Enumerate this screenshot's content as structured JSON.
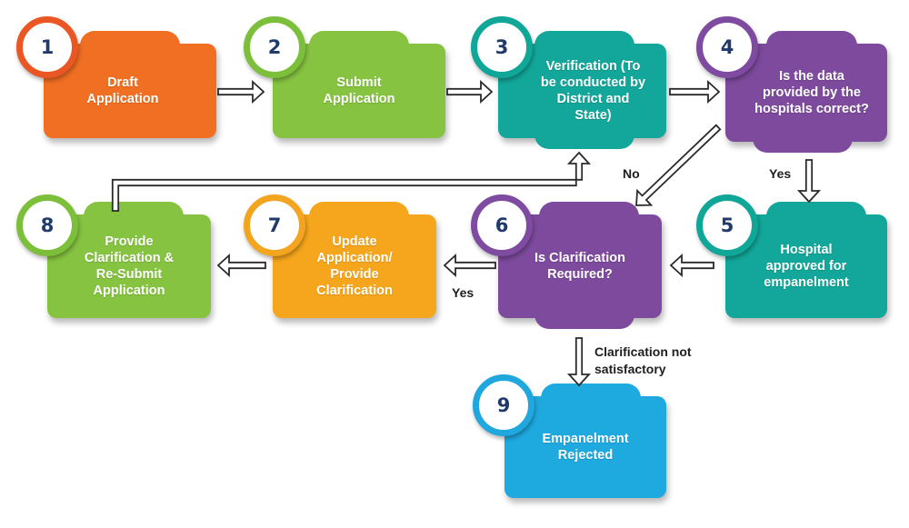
{
  "steps": [
    {
      "id": "s1",
      "number": "1",
      "label": "Draft\nApplication",
      "color": "#f06f22",
      "badge_border": "#ea5725"
    },
    {
      "id": "s2",
      "number": "2",
      "label": "Submit\nApplication",
      "color": "#85c340",
      "badge_border": "#7cbf3a"
    },
    {
      "id": "s3",
      "number": "3",
      "label": "Verification (To\nbe conducted by\nDistrict and\nState)",
      "color": "#12a79a",
      "badge_border": "#10a698"
    },
    {
      "id": "s4",
      "number": "4",
      "label": "Is the data\nprovided by the\nhospitals correct?",
      "color": "#7d4a9d",
      "badge_border": "#7e4ba0"
    },
    {
      "id": "s5",
      "number": "5",
      "label": "Hospital\napproved for\nempanelment",
      "color": "#12a79a",
      "badge_border": "#10a698"
    },
    {
      "id": "s6",
      "number": "6",
      "label": "Is Clarification\nRequired?",
      "color": "#7d4a9d",
      "badge_border": "#7e4ba0"
    },
    {
      "id": "s7",
      "number": "7",
      "label": "Update\nApplication/\nProvide\nClarification",
      "color": "#f6a61c",
      "badge_border": "#f4a51f"
    },
    {
      "id": "s8",
      "number": "8",
      "label": "Provide\nClarification &\nRe-Submit\nApplication",
      "color": "#85c340",
      "badge_border": "#7cbf3a"
    },
    {
      "id": "s9",
      "number": "9",
      "label": "Empanelment\nRejected",
      "color": "#1ea9df",
      "badge_border": "#20a8de"
    }
  ],
  "edge_labels": {
    "no": "No",
    "yes_4_5": "Yes",
    "yes_6_7": "Yes",
    "not_satisfactory": "Clarification not\nsatisfactory"
  },
  "colors": {
    "arrow_stroke": "#2a2a2a",
    "arrow_fill": "#ffffff",
    "badge_text": "#1f3a6b"
  }
}
